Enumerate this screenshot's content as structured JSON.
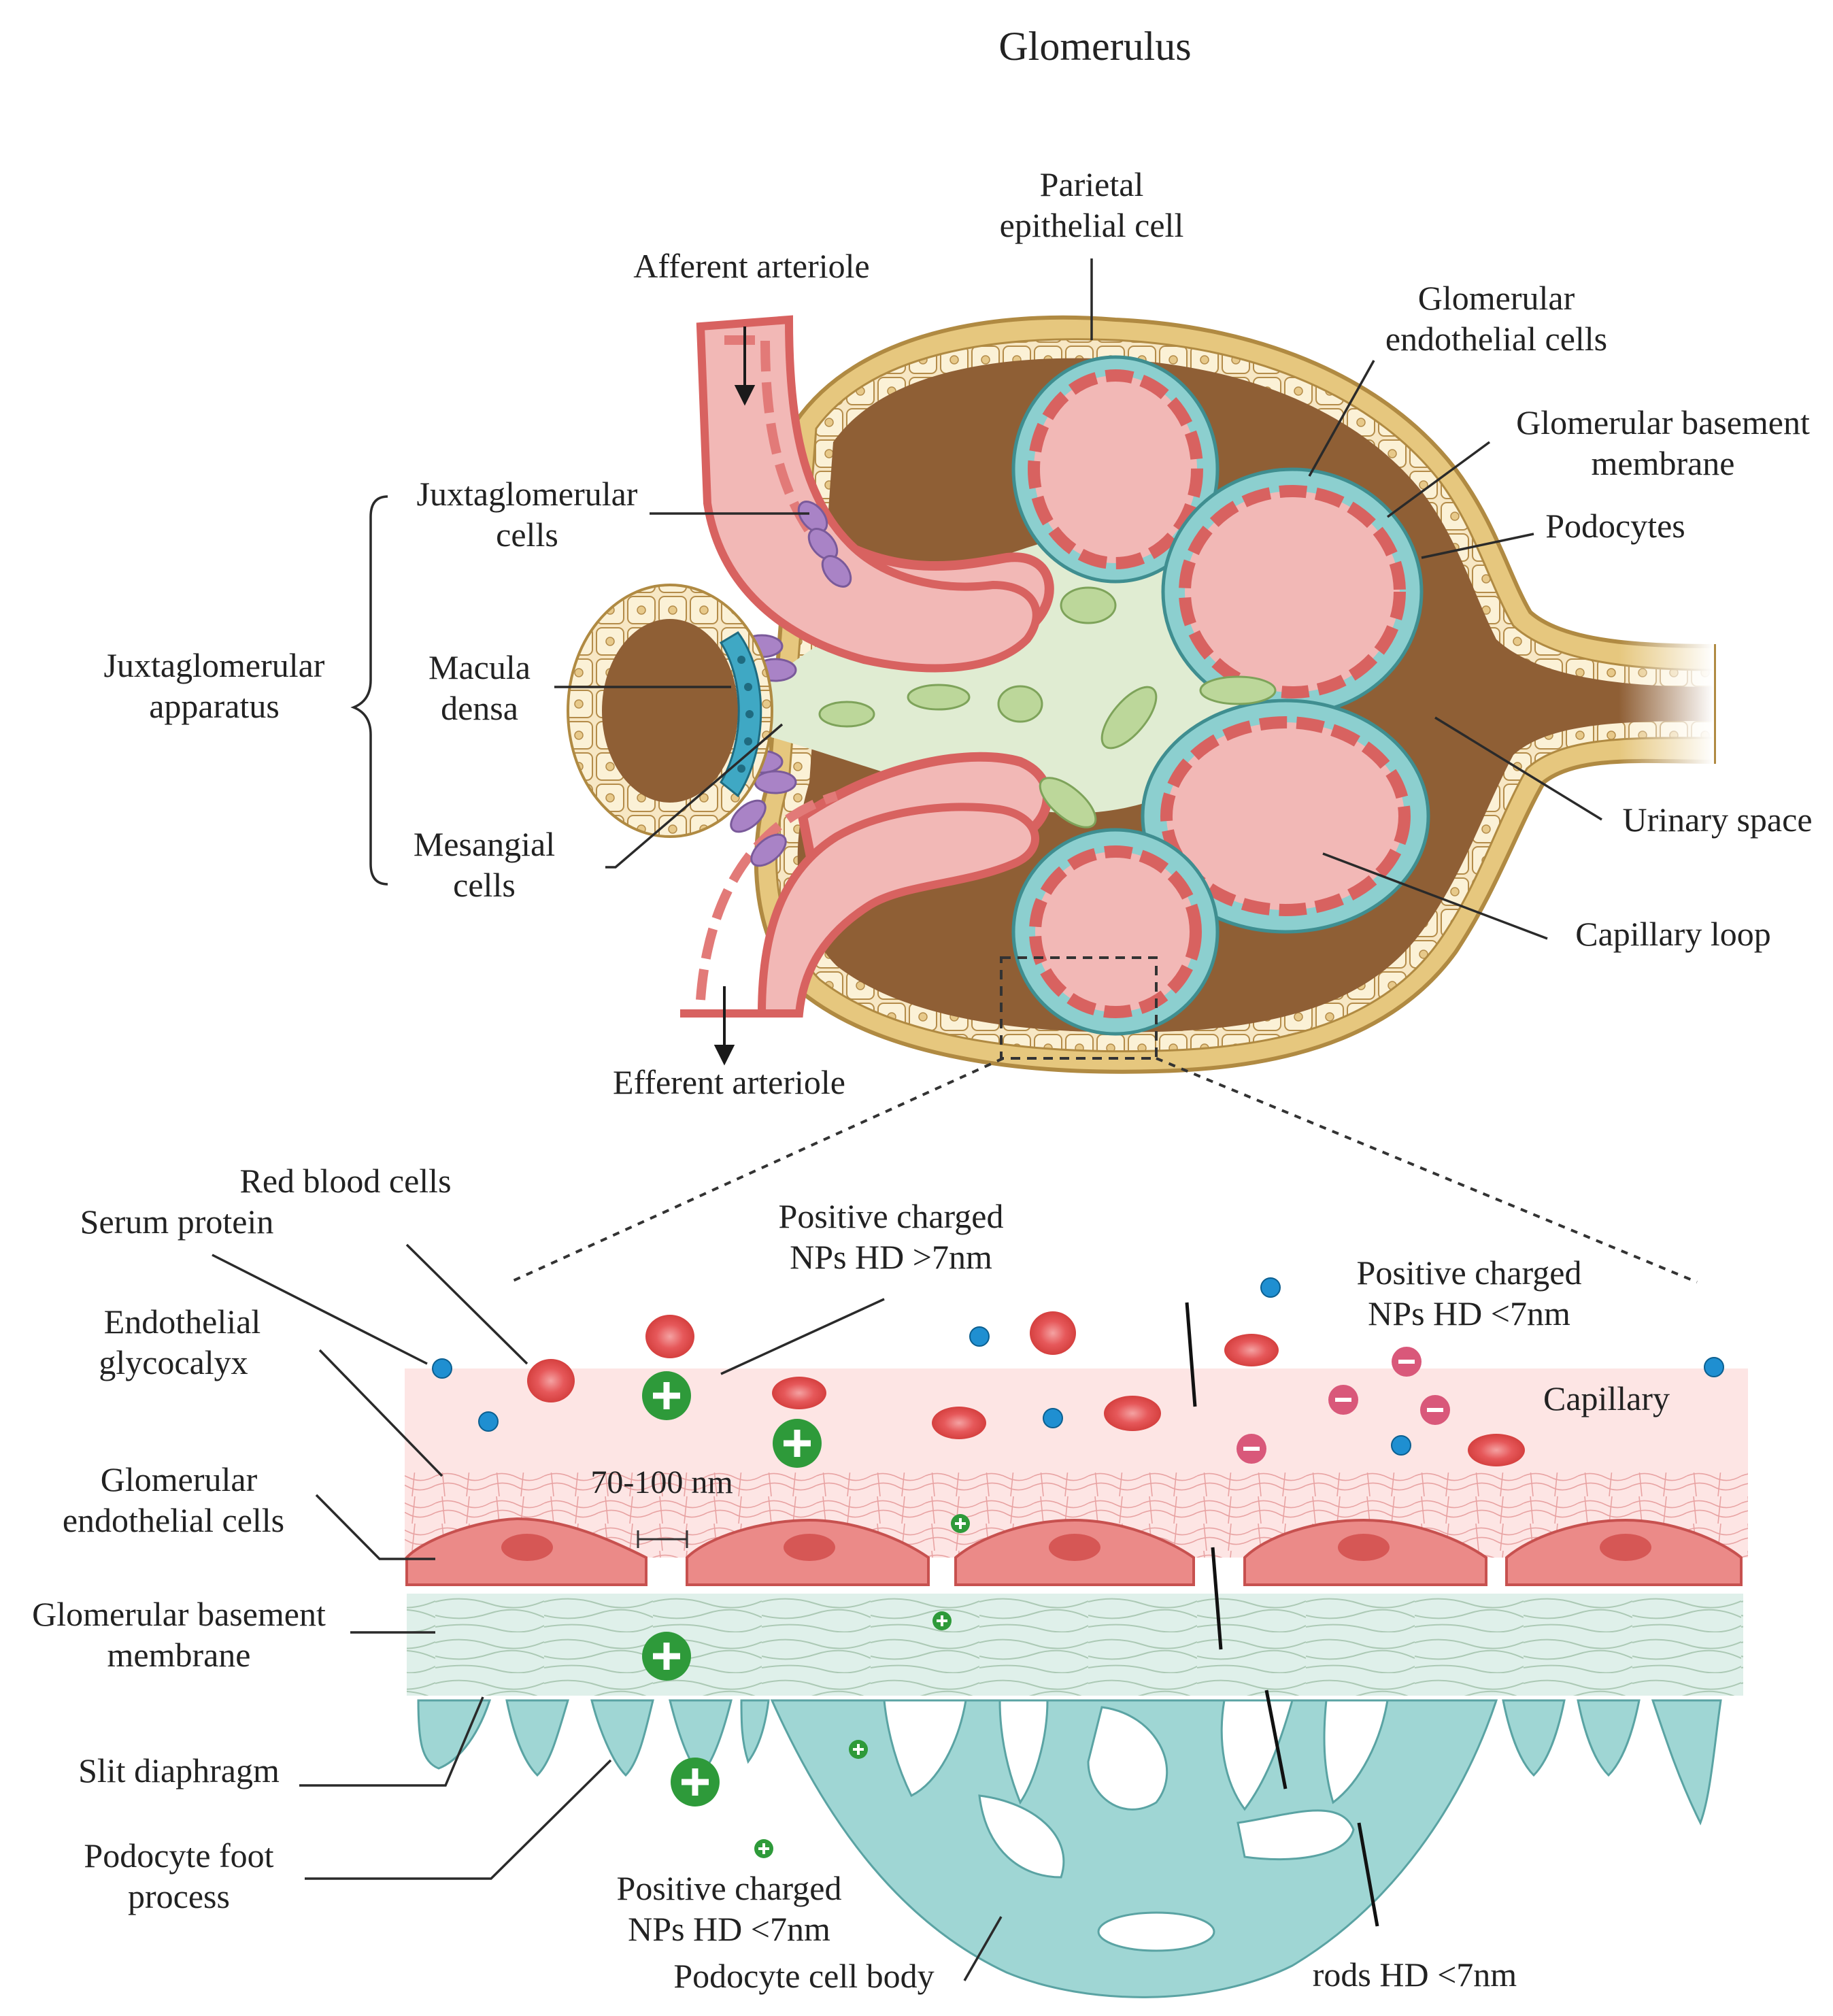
{
  "title": "Glomerulus",
  "labels": {
    "parietal_cell": [
      "Parietal",
      "epithelial cell"
    ],
    "afferent": "Afferent arteriole",
    "efferent": "Efferent arteriole",
    "glom_endo": [
      "Glomerular",
      "endothelial cells"
    ],
    "gbm": [
      "Glomerular basement",
      "membrane"
    ],
    "podocytes": "Podocytes",
    "jg_cells": [
      "Juxtaglomerular",
      "cells"
    ],
    "jg_apparatus": [
      "Juxtaglomerular",
      "apparatus"
    ],
    "macula_densa": [
      "Macula",
      "densa"
    ],
    "mesangial": [
      "Mesangial",
      "cells"
    ],
    "urinary_space": "Urinary space",
    "capillary_loop": "Capillary loop"
  },
  "detail": {
    "red_blood_cells": "Red blood cells",
    "serum_protein": "Serum protein",
    "pos_np_gt7": [
      "Positive charged",
      "NPs HD >7nm"
    ],
    "pos_np_lt7_top": [
      "Positive charged",
      "NPs HD <7nm"
    ],
    "endo_glycocalyx": [
      "Endothelial",
      "glycocalyx"
    ],
    "capillary": "Capillary",
    "gap_size": "70-100 nm",
    "glom_endo": [
      "Glomerular",
      "endothelial cells"
    ],
    "gbm": [
      "Glomerular basement",
      "membrane"
    ],
    "slit": "Slit diaphragm",
    "foot": [
      "Podocyte foot",
      "process"
    ],
    "pos_np_lt7_bottom": [
      "Positive charged",
      "NPs HD <7nm"
    ],
    "cell_body": "Podocyte cell body",
    "rods": "rods HD <7nm"
  },
  "colors": {
    "capsule": "#d8b566",
    "urinary": "#8f5f35",
    "mesangium": "#e0ecd2",
    "capillary": "#f2b8b6",
    "endothelial": "#e27a78",
    "podocyte": "#8ccfcf",
    "macula": "#3fa8c4",
    "granular": "#a983c6",
    "positive": "#2e9a3a",
    "negative": "#d9587a",
    "protein": "#1f8fd1"
  }
}
